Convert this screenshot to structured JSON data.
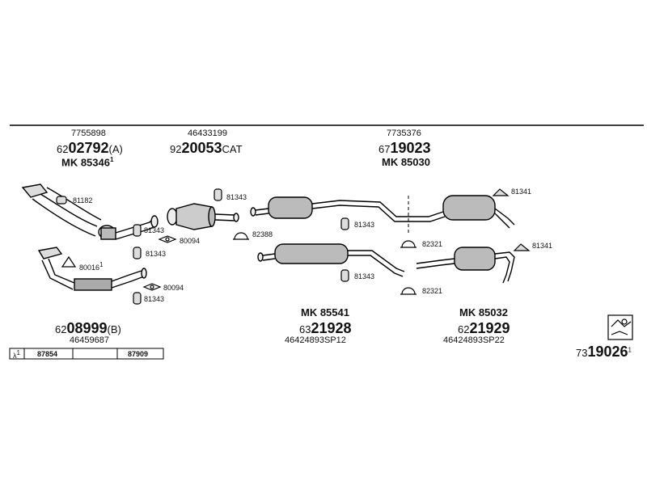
{
  "groups": {
    "front": {
      "oem": "7755898",
      "pn_prefix": "62",
      "pn_main": "02792",
      "pn_suffix": "(A)",
      "mk": "MK 85346",
      "mk_sup": "1"
    },
    "cat": {
      "oem": "46433199",
      "pn_prefix": "92",
      "pn_main": "20053",
      "pn_suffix": "CAT"
    },
    "mid_upper": {
      "oem": "7735376",
      "pn_prefix": "67",
      "pn_main": "19023",
      "mk": "MK 85030"
    },
    "front_lower": {
      "pn_prefix": "62",
      "pn_main": "08999",
      "pn_suffix": "(B)",
      "oem": "46459687"
    },
    "mid_lower": {
      "mk": "MK 85541",
      "pn_prefix": "63",
      "pn_main": "21928",
      "oem": "46424893SP12"
    },
    "rear_lower": {
      "mk": "MK 85032",
      "pn_prefix": "62",
      "pn_main": "21929",
      "oem": "46424893SP22"
    },
    "kit": {
      "pn_prefix": "73",
      "pn_main": "19026",
      "pn_sup": "1"
    }
  },
  "refs": {
    "r81182": "81182",
    "r81343a": "81343",
    "r80094a": "80094",
    "r81343b": "81343",
    "r80016": "80016",
    "r80016_sup": "1",
    "r80094b": "80094",
    "r81343c": "81343",
    "r82388": "82388",
    "r81343d": "81343",
    "r81343e": "81343",
    "r82321a": "82321",
    "r82321b": "82321",
    "r81341a": "81341",
    "r81341b": "81341"
  },
  "lambda_table": {
    "symbol": "λ",
    "symbol_sup": "1",
    "cell1": "87854",
    "cell2": "",
    "cell3": "87909"
  }
}
